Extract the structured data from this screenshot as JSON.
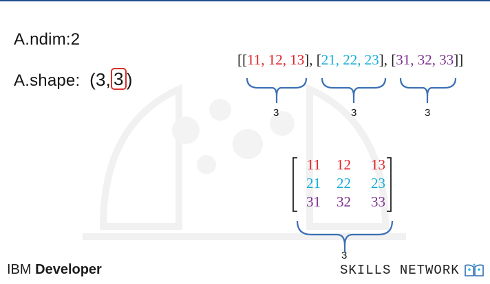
{
  "header": {
    "ndim_text": "A.ndim:2"
  },
  "shape": {
    "prefix": "A.shape:",
    "tuple_open": "(3,",
    "highlighted": "3",
    "tuple_close": ")"
  },
  "list_expression": {
    "open": "[",
    "close": "]",
    "groups": [
      {
        "values": [
          "11",
          "12",
          "13"
        ],
        "color": "#e01e24",
        "brace_label": "3"
      },
      {
        "values": [
          "21",
          "22",
          "23"
        ],
        "color": "#11aeda",
        "brace_label": "3"
      },
      {
        "values": [
          "31",
          "32",
          "33"
        ],
        "color": "#7b2f8f",
        "brace_label": "3"
      }
    ]
  },
  "matrix": {
    "rows": [
      [
        "11",
        "12",
        "13"
      ],
      [
        "21",
        "22",
        "23"
      ],
      [
        "31",
        "32",
        "33"
      ]
    ],
    "row_colors": [
      "#e01e24",
      "#11aeda",
      "#7b2f8f"
    ],
    "brace_label": "3"
  },
  "footer": {
    "ibm_prefix": "IBM",
    "ibm_bold": "Developer",
    "skills_network": "SKILLS NETWORK"
  },
  "colors": {
    "brace": "#3a6fb5",
    "highlight_box": "#d9302b",
    "top_rule": "#1f4e8c"
  }
}
